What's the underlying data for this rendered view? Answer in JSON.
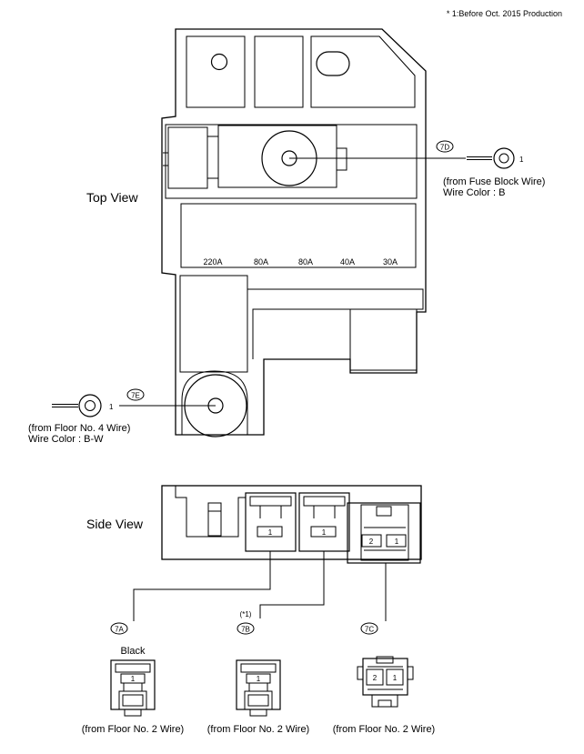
{
  "footnote": "* 1:Before Oct. 2015 Production",
  "top_view": {
    "title": "Top View",
    "fuse_ratings": [
      "220A",
      "80A",
      "80A",
      "40A",
      "30A"
    ],
    "terminal_7d": {
      "badge": "7D",
      "pin": "1",
      "from": "(from Fuse Block Wire)",
      "wire_color": "Wire Color : B"
    },
    "terminal_7e": {
      "badge": "7E",
      "pin": "1",
      "from": "(from Floor No. 4 Wire)",
      "wire_color": "Wire Color : B-W"
    }
  },
  "side_view": {
    "title": "Side View",
    "socket_pins": {
      "left": "1",
      "middle": "1",
      "right_a": "2",
      "right_b": "1"
    }
  },
  "connectors": [
    {
      "badge": "7A",
      "note": "",
      "color": "Black",
      "pins": [
        "1"
      ],
      "from": "(from Floor No. 2 Wire)"
    },
    {
      "badge": "7B",
      "note": "(*1)",
      "color": "",
      "pins": [
        "1"
      ],
      "from": "(from Floor No. 2 Wire)"
    },
    {
      "badge": "7C",
      "note": "",
      "color": "",
      "pins": [
        "2",
        "1"
      ],
      "from": "(from Floor No. 2 Wire)"
    }
  ]
}
